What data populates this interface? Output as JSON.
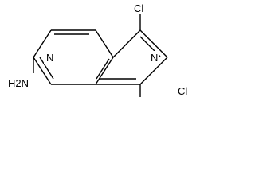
{
  "structure": {
    "atoms": {
      "n_left": "N",
      "n_right": "N",
      "cl_top": "Cl",
      "cl_bottom": "Cl",
      "nh2": "H2N"
    }
  }
}
